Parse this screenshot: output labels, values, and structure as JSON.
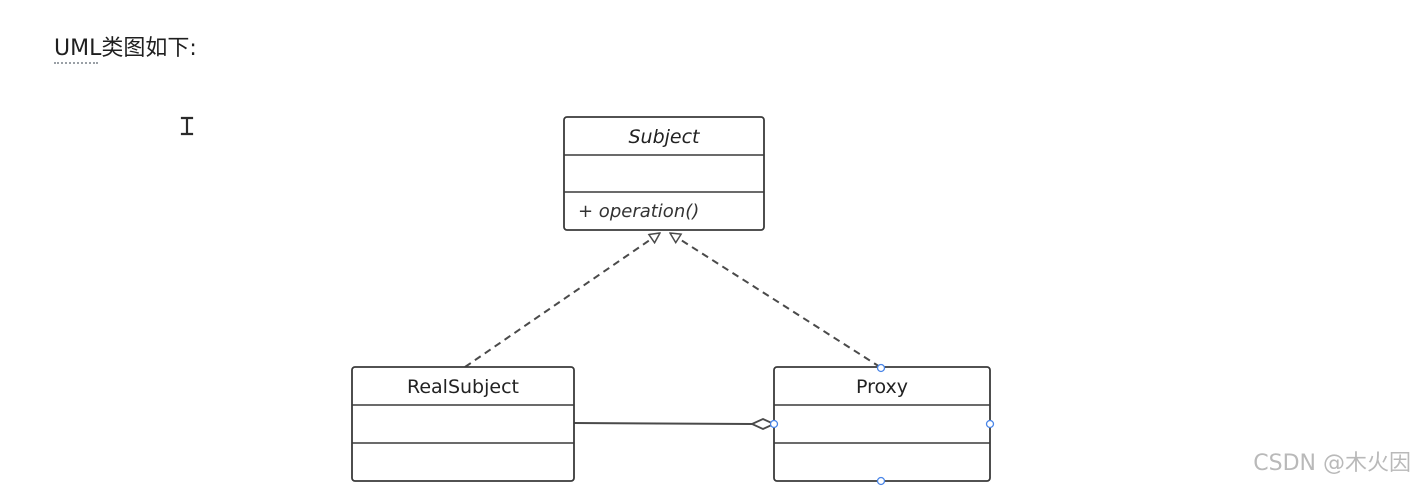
{
  "heading": "UML类图如下:",
  "watermark": "CSDN @木火因",
  "diagram": {
    "classes": {
      "subject": {
        "name": "Subject",
        "operation": "+ operation()"
      },
      "real_subject": {
        "name": "RealSubject"
      },
      "proxy": {
        "name": "Proxy"
      }
    },
    "relationships": [
      {
        "from": "RealSubject",
        "to": "Subject",
        "kind": "realization"
      },
      {
        "from": "Proxy",
        "to": "Subject",
        "kind": "realization"
      },
      {
        "from": "Proxy",
        "to": "RealSubject",
        "kind": "aggregation"
      }
    ]
  },
  "icons": {
    "cursor": "text-cursor-icon"
  },
  "colors": {
    "box_stroke": "#3a3a3a",
    "connector": "#4a4a4a",
    "selection_handle": "#4a86e8",
    "watermark": "#b9b9b9"
  }
}
